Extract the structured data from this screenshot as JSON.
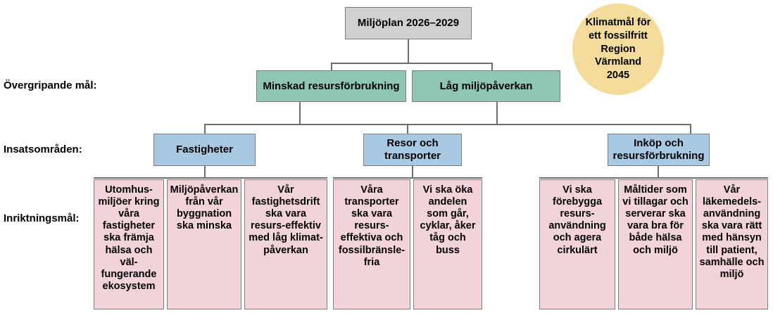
{
  "diagram": {
    "title_node": {
      "label": "Miljöplan 2026–2029"
    },
    "side_note": {
      "label": "Klimatmål för ett fossilfritt Region Värmland 2045"
    },
    "row_labels": {
      "overall_goals": "Övergripande mål:",
      "focus_areas": "Insatsområden:",
      "direction_goals": "Inriktningsmål:"
    },
    "overall_goals": [
      {
        "label": "Minskad resursförbrukning"
      },
      {
        "label": "Låg miljöpåverkan"
      }
    ],
    "focus_areas": [
      {
        "label": "Fastigheter"
      },
      {
        "label": "Resor och transporter"
      },
      {
        "label": "Inköp och resursförbrukning"
      }
    ],
    "direction_goals": [
      {
        "label": "Utomhus-miljöer kring våra fastigheter ska främja hälsa och väl-fungerande ekosystem"
      },
      {
        "label": "Miljöpåverkan från vår byggnation ska minska"
      },
      {
        "label": "Vår fastighetsdrift ska vara resurs-effektiv med låg klimat-påverkan"
      },
      {
        "label": "Våra transporter ska vara resurs-effektiva och fossilbränsle-fria"
      },
      {
        "label": "Vi ska öka andelen som går, cyklar, åker tåg och buss"
      },
      {
        "label": "Vi ska förebygga resurs-användning och agera cirkulärt"
      },
      {
        "label": "Måltider som vi tillagar och serverar ska vara bra för både hälsa och miljö"
      },
      {
        "label": "Vår läkemedels-användning ska vara rätt med hänsyn till patient, samhälle och miljö"
      }
    ],
    "colors": {
      "root": "#d0d0d0",
      "goal": "#8ec5b5",
      "area": "#a9c9e2",
      "target": "#f2d3da",
      "circle": "#f3dc9b",
      "connector": "#6e6e6e",
      "border": "#7d7d7d"
    }
  }
}
